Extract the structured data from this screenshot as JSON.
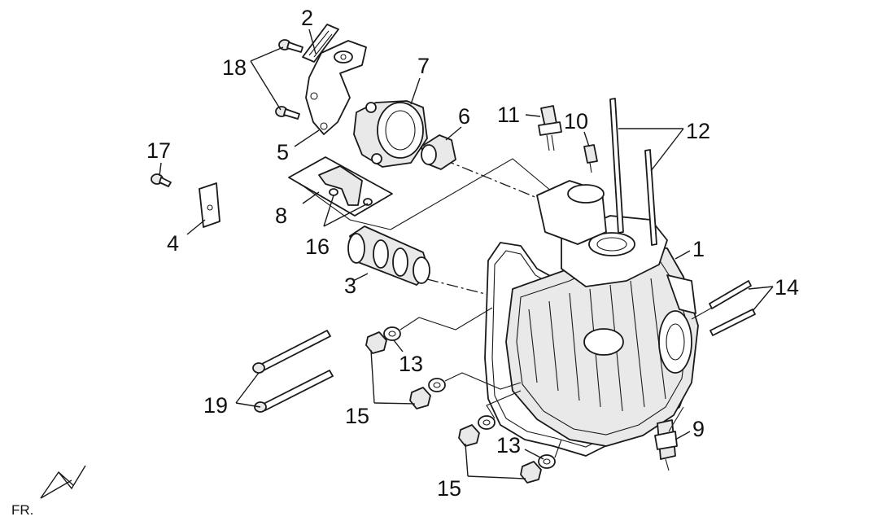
{
  "callouts": [
    {
      "id": "c1",
      "label": "1"
    },
    {
      "id": "c2",
      "label": "2"
    },
    {
      "id": "c3",
      "label": "3"
    },
    {
      "id": "c4",
      "label": "4"
    },
    {
      "id": "c5",
      "label": "5"
    },
    {
      "id": "c6",
      "label": "6"
    },
    {
      "id": "c7",
      "label": "7"
    },
    {
      "id": "c8",
      "label": "8"
    },
    {
      "id": "c9",
      "label": "9"
    },
    {
      "id": "c10",
      "label": "10"
    },
    {
      "id": "c11",
      "label": "11"
    },
    {
      "id": "c12",
      "label": "12"
    },
    {
      "id": "c13a",
      "label": "13"
    },
    {
      "id": "c13b",
      "label": "13"
    },
    {
      "id": "c14",
      "label": "14"
    },
    {
      "id": "c15a",
      "label": "15"
    },
    {
      "id": "c15b",
      "label": "15"
    },
    {
      "id": "c16",
      "label": "16"
    },
    {
      "id": "c17",
      "label": "17"
    },
    {
      "id": "c18",
      "label": "18"
    },
    {
      "id": "c19",
      "label": "19"
    }
  ],
  "front_indicator": "FR.",
  "colors": {
    "line": "#1a1a1a",
    "background": "#ffffff",
    "fill": "#e9e9e9"
  }
}
